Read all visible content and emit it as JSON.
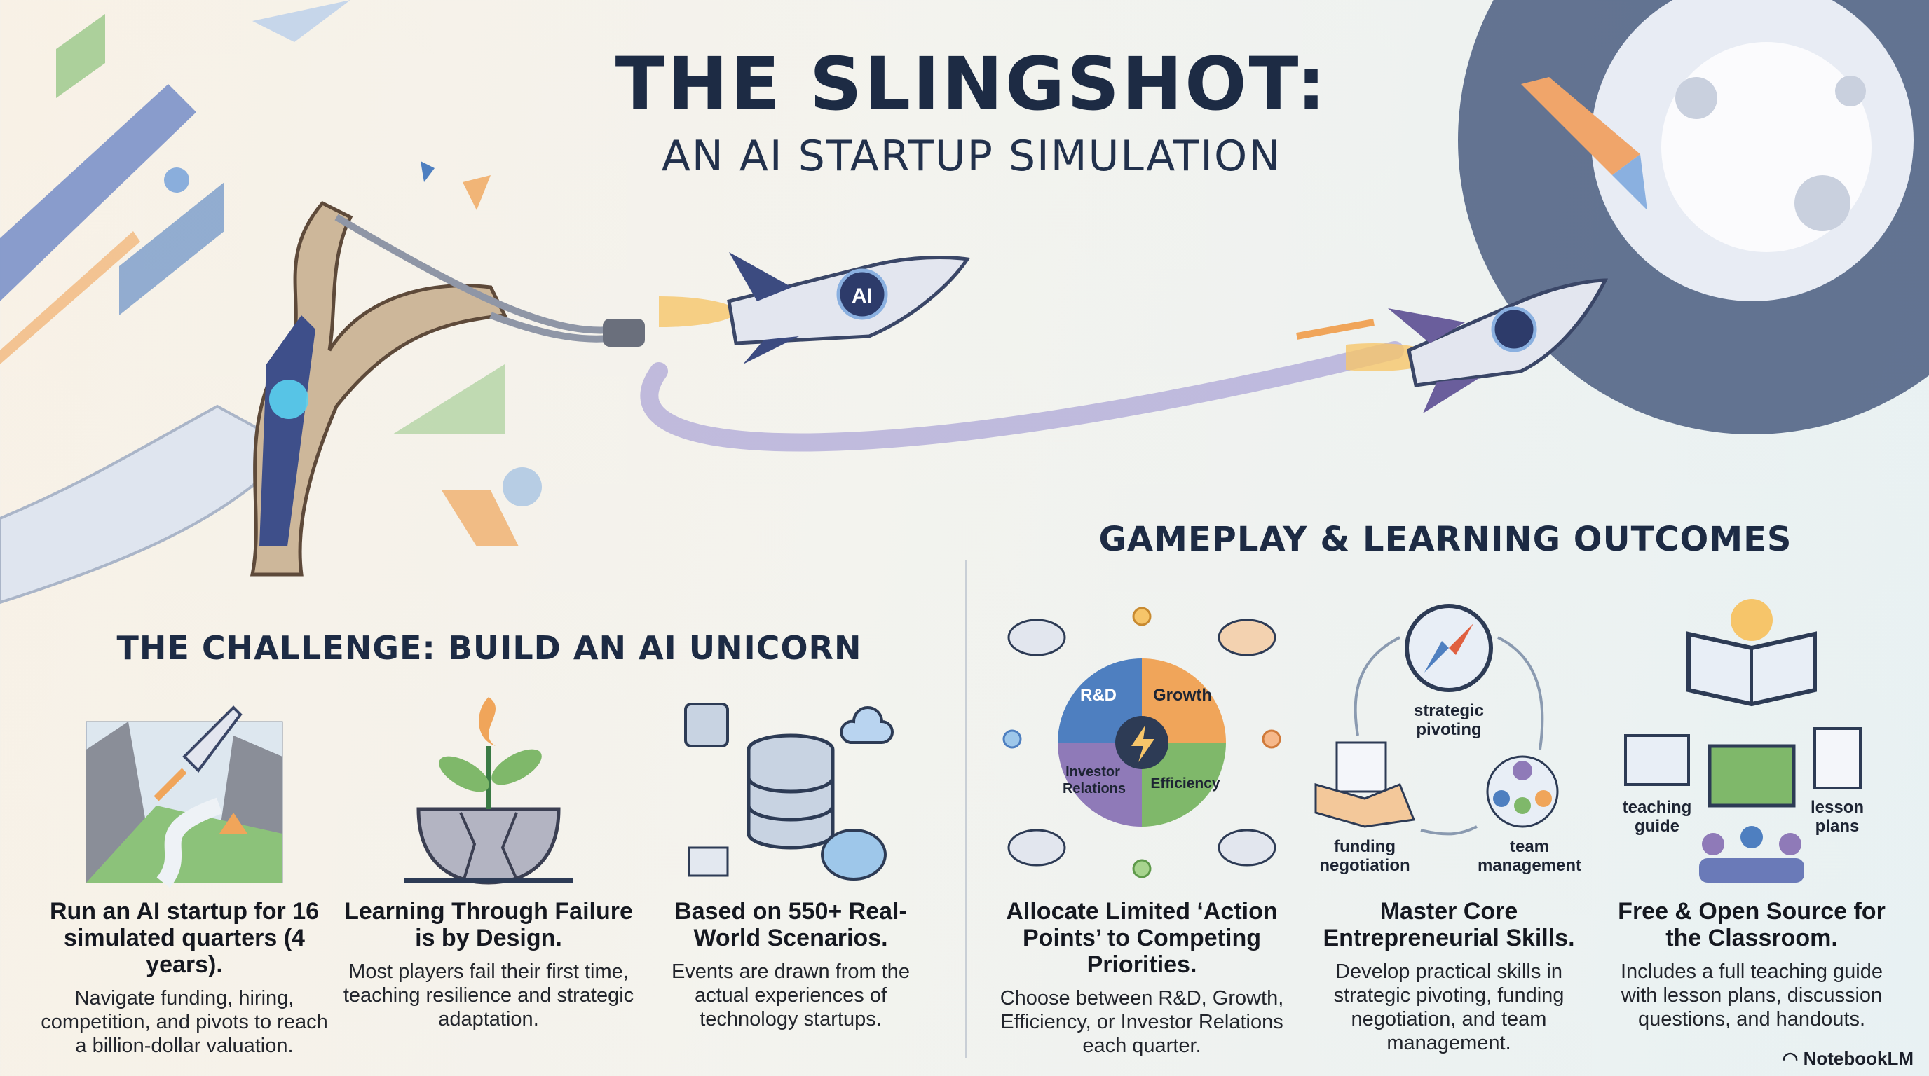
{
  "header": {
    "title": "THE SLINGSHOT:",
    "subtitle": "AN AI STARTUP SIMULATION"
  },
  "hero": {
    "rocket_badge": "AI"
  },
  "challenge": {
    "heading": "THE CHALLENGE: BUILD AN AI UNICORN",
    "cards": [
      {
        "title": "Run an AI startup for 16 simulated quarters (4 years).",
        "body": "Navigate funding, hiring, competition, and pivots to reach a billion-dollar valuation.",
        "icon": "rocket-road-icon"
      },
      {
        "title": "Learning Through Failure is by Design.",
        "body": "Most players fail their first time, teaching resilience and strategic adaptation.",
        "icon": "sprout-cracked-pot-icon"
      },
      {
        "title": "Based on 550+ Real-World Scenarios.",
        "body": "Events are drawn from the actual experiences of technology startups.",
        "icon": "database-brain-icon"
      }
    ]
  },
  "gameplay": {
    "heading": "GAMEPLAY & LEARNING OUTCOMES",
    "cards": [
      {
        "title": "Allocate Limited ‘Action Points’ to Competing Priorities.",
        "body": "Choose between R&D, Growth, Efficiency, or Investor Relations each quarter.",
        "icon": "priority-wheel-icon",
        "labels": {
          "rd": "R&D",
          "growth": "Growth",
          "investor_1": "Investor",
          "investor_2": "Relations",
          "efficiency": "Efficiency"
        }
      },
      {
        "title": "Master Core Entrepreneurial Skills.",
        "body": "Develop practical skills in strategic pivoting, funding negotiation, and team management.",
        "icon": "skills-cycle-icon",
        "labels": {
          "pivot_1": "strategic",
          "pivot_2": "pivoting",
          "funding_1": "funding",
          "funding_2": "negotiation",
          "team_1": "team",
          "team_2": "management"
        }
      },
      {
        "title": "Free & Open Source for the Classroom.",
        "body": "Includes a full teaching guide with lesson plans, discussion questions, and handouts.",
        "icon": "classroom-book-icon",
        "labels": {
          "guide_1": "teaching",
          "guide_2": "guide",
          "plans_1": "lesson",
          "plans_2": "plans"
        }
      }
    ]
  },
  "branding": {
    "label": "NotebookLM"
  },
  "colors": {
    "navy": "#1d2b44",
    "blue": "#4e7fc0",
    "green": "#7fb86a",
    "orange": "#f0a55a",
    "purple": "#8f7ab8"
  }
}
